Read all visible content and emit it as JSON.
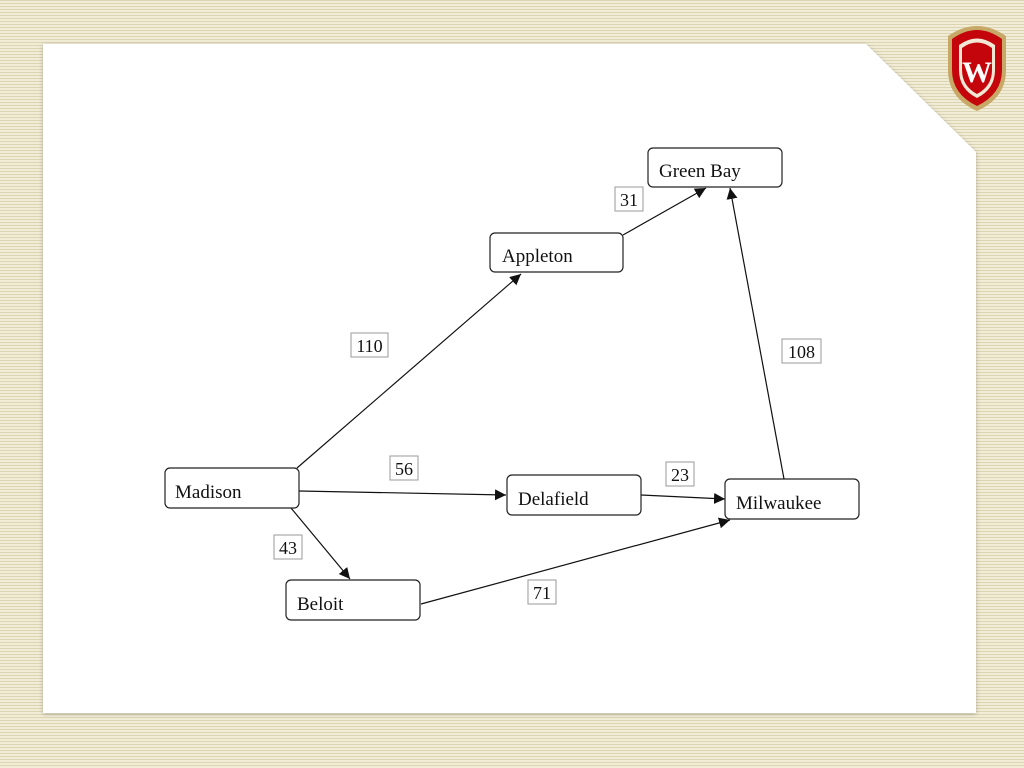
{
  "logo": {
    "name": "university-crest",
    "letter": "W",
    "colors": {
      "outer": "#c5050c",
      "gold": "#c8a867",
      "inner": "#f2e8d5"
    }
  },
  "diagram": {
    "nodes": {
      "madison": "Madison",
      "appleton": "Appleton",
      "green_bay": "Green Bay",
      "delafield": "Delafield",
      "milwaukee": "Milwaukee",
      "beloit": "Beloit"
    },
    "edges": [
      {
        "from": "Madison",
        "to": "Appleton",
        "weight": "110"
      },
      {
        "from": "Appleton",
        "to": "Green Bay",
        "weight": "31"
      },
      {
        "from": "Madison",
        "to": "Delafield",
        "weight": "56"
      },
      {
        "from": "Delafield",
        "to": "Milwaukee",
        "weight": "23"
      },
      {
        "from": "Milwaukee",
        "to": "Green Bay",
        "weight": "108"
      },
      {
        "from": "Madison",
        "to": "Beloit",
        "weight": "43"
      },
      {
        "from": "Beloit",
        "to": "Milwaukee",
        "weight": "71"
      }
    ]
  }
}
